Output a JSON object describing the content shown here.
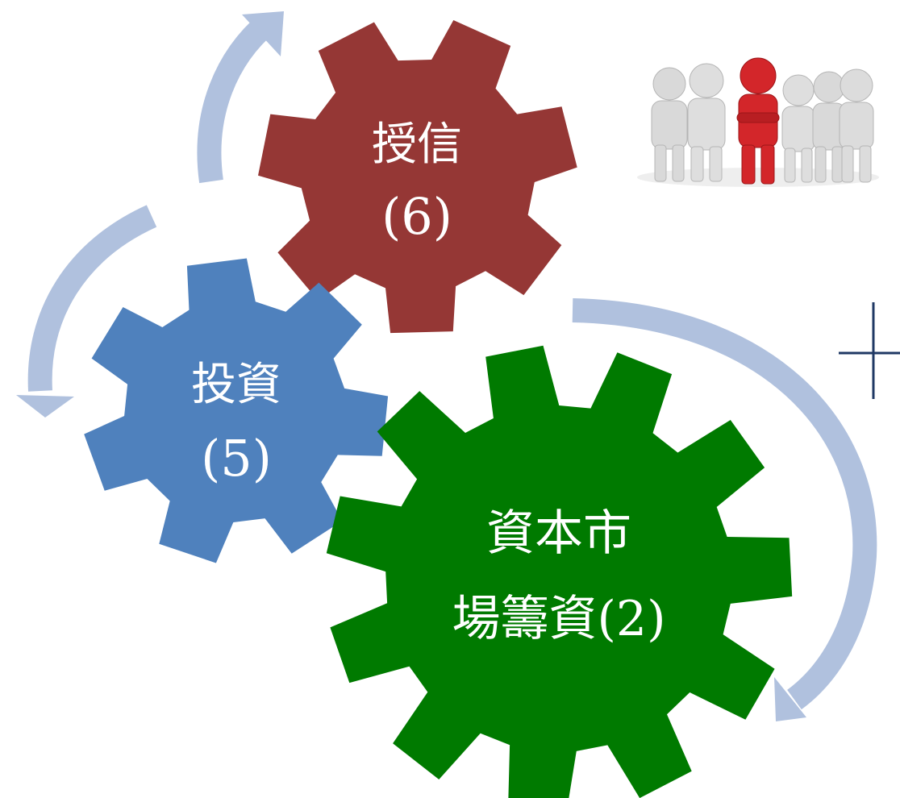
{
  "gears": [
    {
      "id": "credit",
      "line1": "授信",
      "line2": "(6)",
      "color": "#953735"
    },
    {
      "id": "investment",
      "line1": "投資",
      "line2": "(5)",
      "color": "#4f81bd"
    },
    {
      "id": "capital",
      "line1": "資本市",
      "line2": "場籌資(2)",
      "color": "#007a00"
    }
  ],
  "plus_sign": "+",
  "arrow_color": "#b0c1de",
  "people_image": {
    "icon": "team-figures-icon",
    "highlight_color": "#d3262a",
    "figure_color": "#d9d9d9"
  }
}
